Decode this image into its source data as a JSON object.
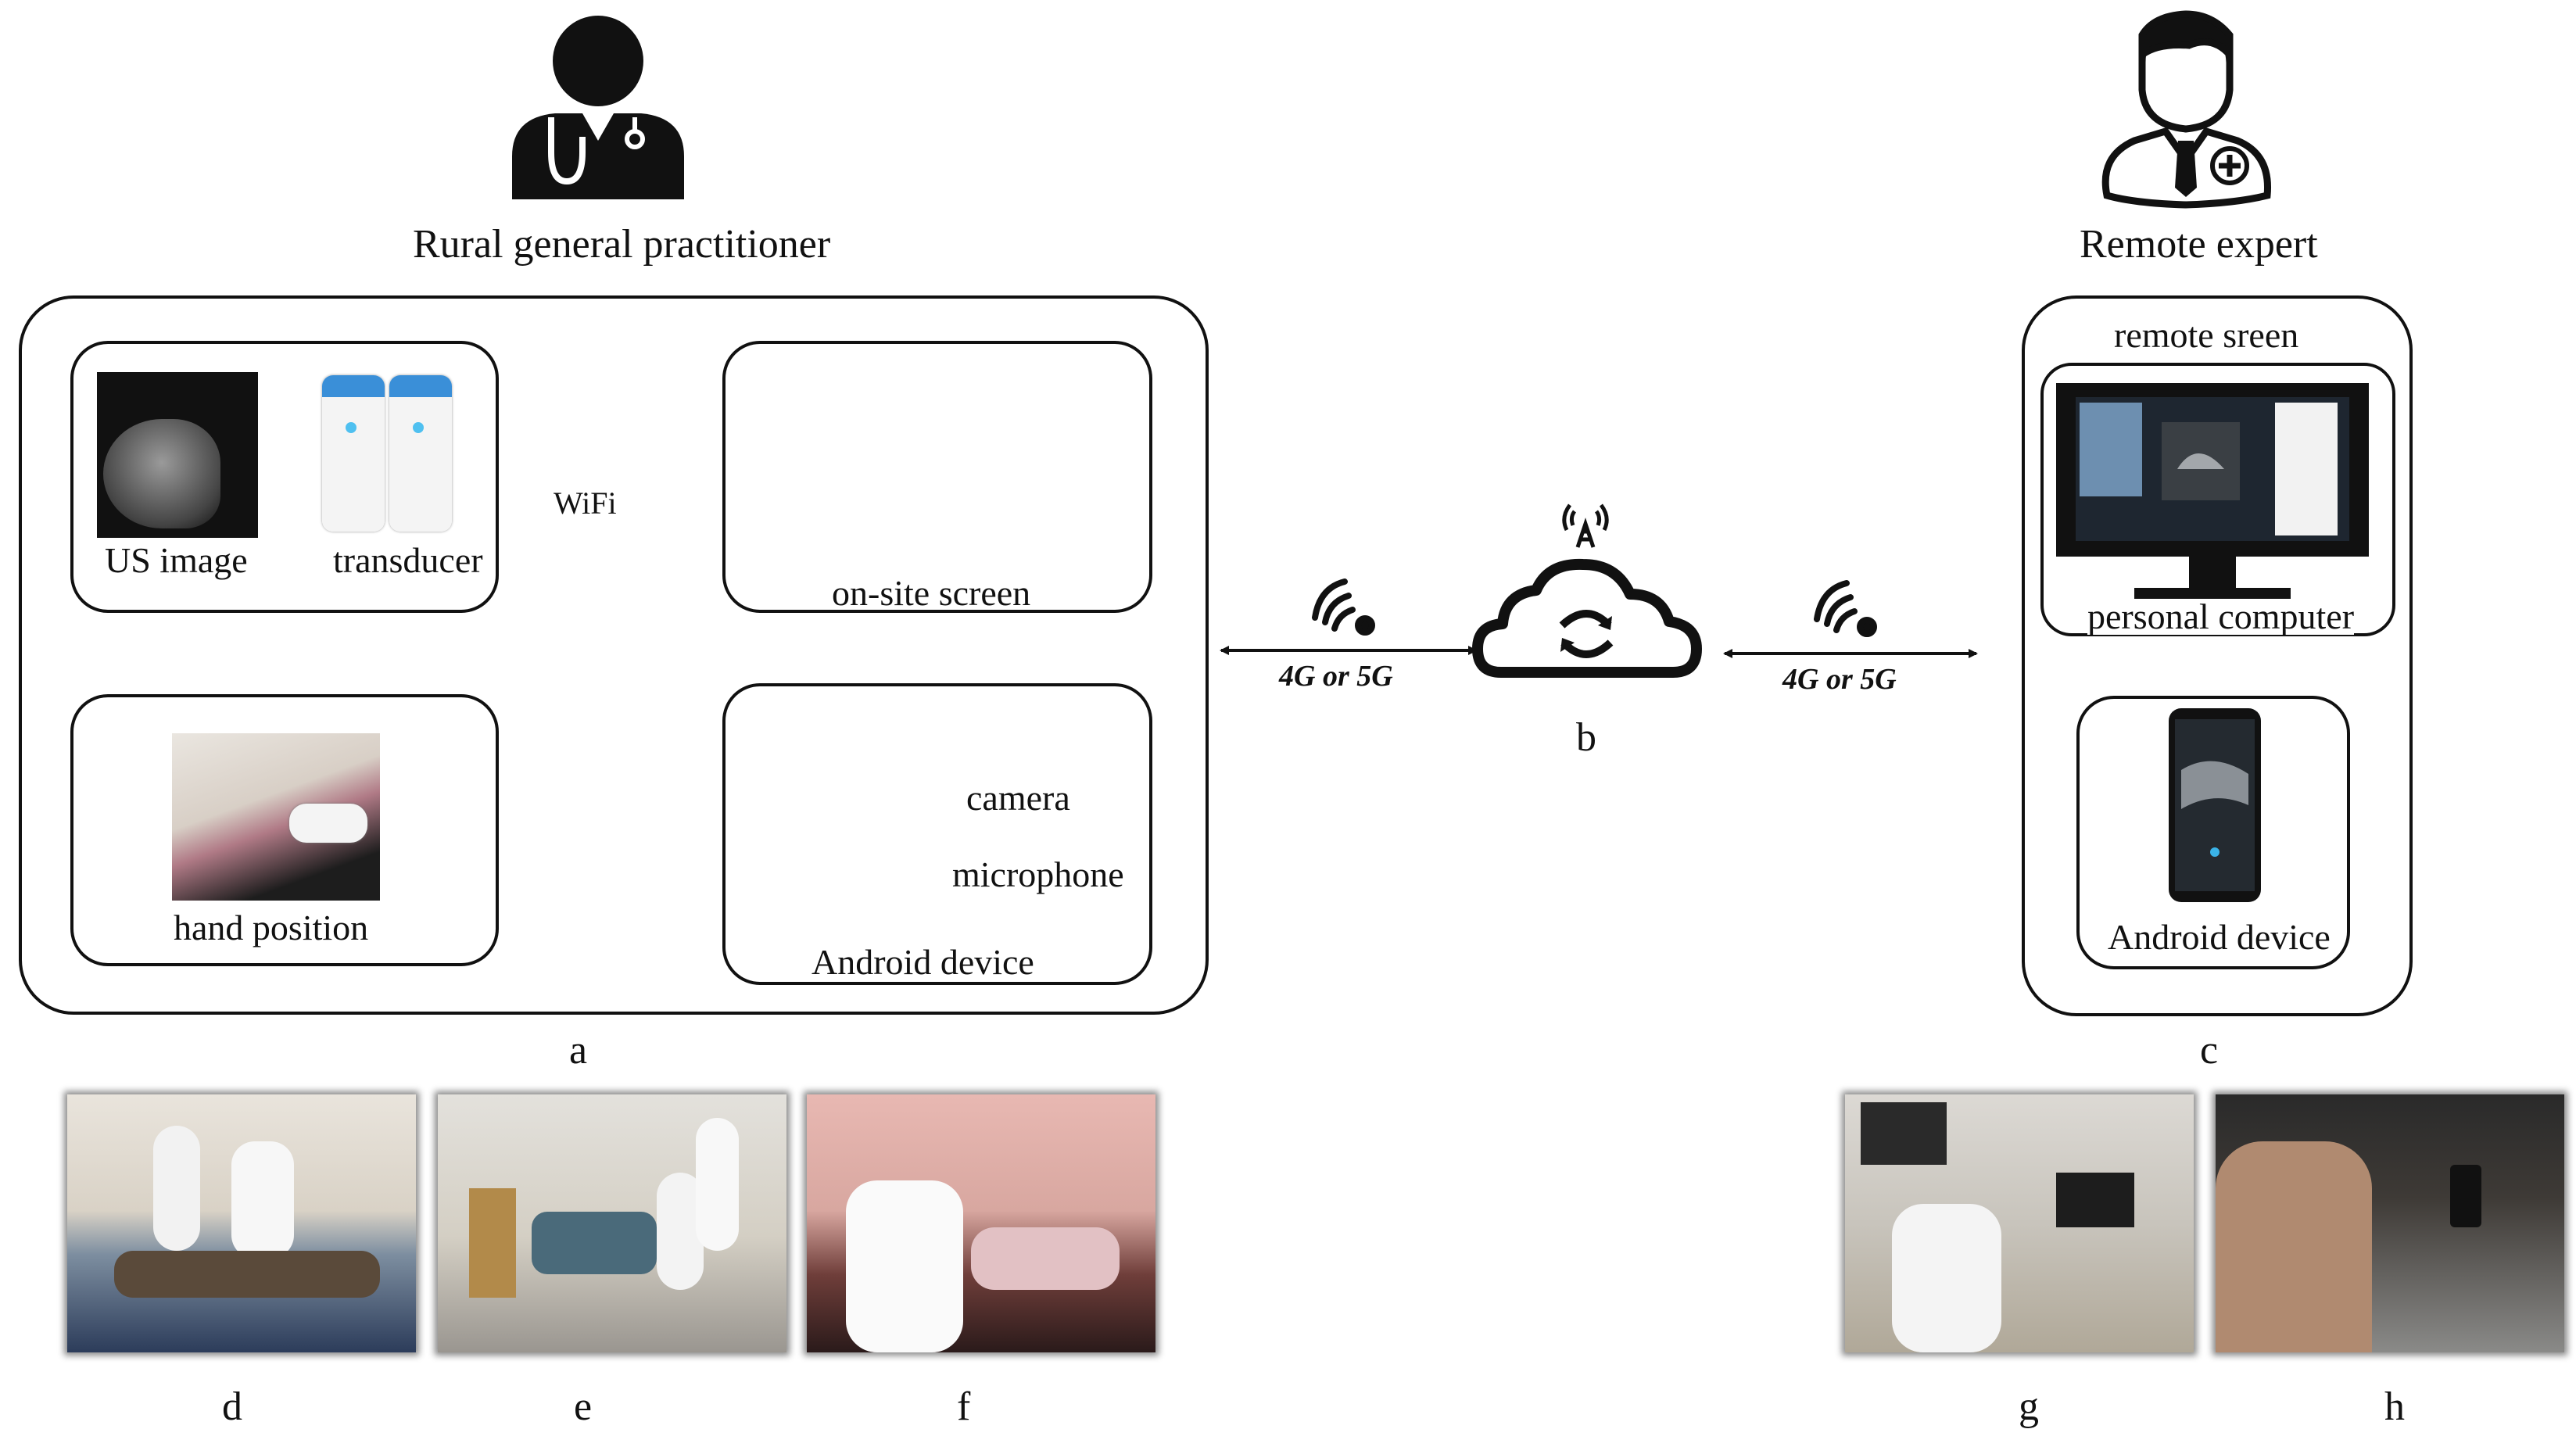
{
  "left_group": {
    "title": "Rural general practitioner",
    "us_image_label": "US image",
    "transducer_label": "transducer",
    "wifi_label": "WiFi",
    "onsite_screen_label": "on-site screen",
    "hand_position_label": "hand position",
    "camera_label": "camera",
    "microphone_label": "microphone",
    "android_label": "Android device",
    "letter": "a"
  },
  "network": {
    "left_link_label": "4G or 5G",
    "right_link_label": "4G or 5G",
    "letter": "b"
  },
  "right_group": {
    "title": "Remote expert",
    "remote_screen_label": "remote sreen",
    "pc_label": "personal computer",
    "android_label": "Android device",
    "letter": "c"
  },
  "photos": [
    {
      "letter": "d"
    },
    {
      "letter": "e"
    },
    {
      "letter": "f"
    },
    {
      "letter": "g"
    },
    {
      "letter": "h"
    }
  ],
  "icons": {
    "doctor": "doctor-stethoscope-icon",
    "expert": "medical-expert-icon",
    "wifi": "wifi-icon",
    "signal": "signal-icon",
    "cloud": "cloud-sync-icon",
    "tower": "antenna-tower-icon"
  }
}
